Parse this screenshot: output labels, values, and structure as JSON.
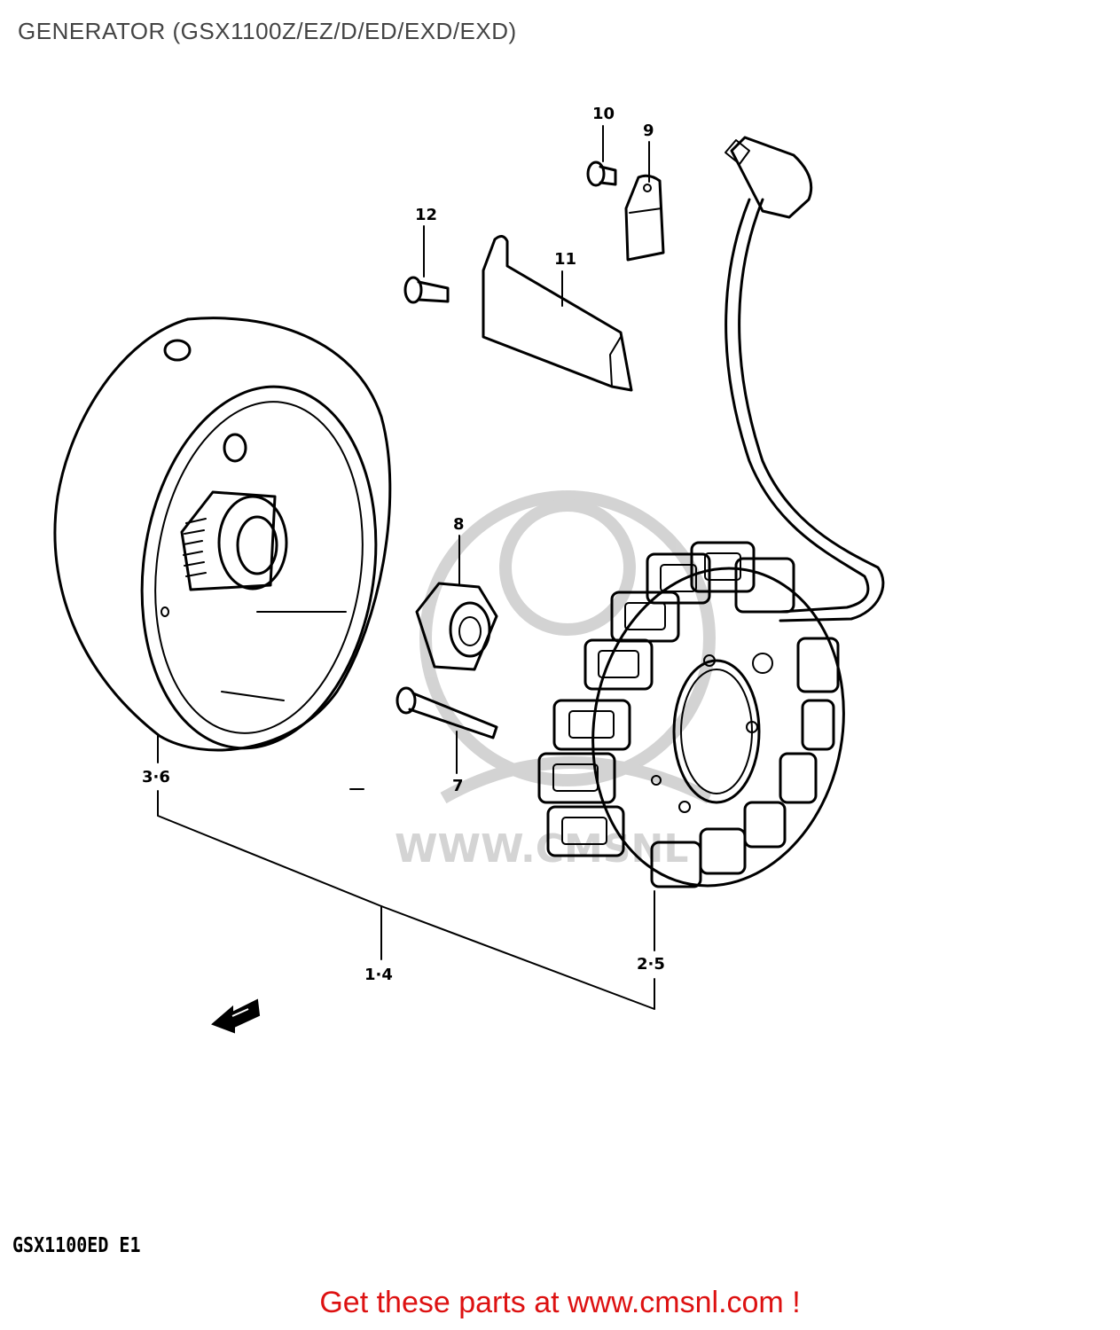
{
  "title": "GENERATOR (GSX1100Z/EZ/D/ED/EXD/EXD)",
  "model_code": "GSX1100ED  E1",
  "footer": {
    "cta": "Get these parts at www.cmsnl.com !"
  },
  "watermark": {
    "text": "WWW.CMSNL"
  },
  "callouts": {
    "p10": "10",
    "p9": "9",
    "p12": "12",
    "p11": "11",
    "p8": "8",
    "p7": "7",
    "p36": "3·6",
    "p14": "1·4",
    "p25": "2·5"
  },
  "colors": {
    "cta": "#dd1111",
    "title": "#444444",
    "line": "#000000",
    "watermark": "#d4d4d4"
  },
  "icons": {
    "front_arrow": "front-arrow-icon"
  }
}
